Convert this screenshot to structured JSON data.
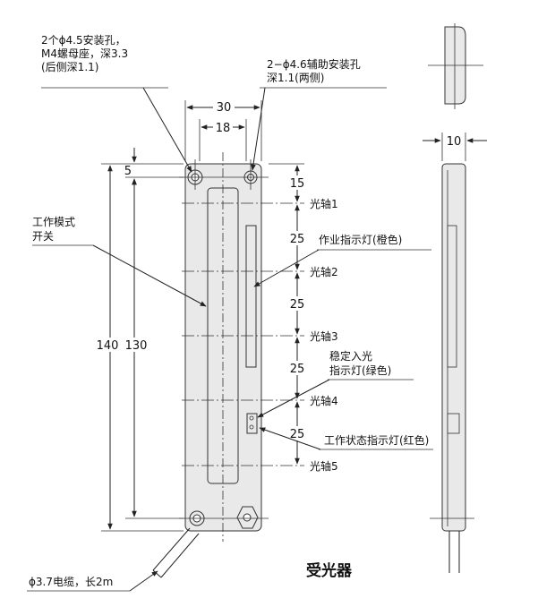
{
  "callouts": {
    "mount_hole_line1": "2个ϕ4.5安装孔，",
    "mount_hole_line2": "M4螺母座，深3.3",
    "mount_hole_line3": "(后侧深1.1)",
    "aux_hole_line1": "2−ϕ4.6辅助安装孔",
    "aux_hole_line2": "深1.1(两侧)",
    "work_mode_line1": "工作模式",
    "work_mode_line2": "开关",
    "operation_indicator": "作业指示灯(橙色)",
    "stable_light_line1": "稳定入光",
    "stable_light_line2": "指示灯(绿色)",
    "status_indicator": "工作状态指示灯(红色)",
    "cable": "ϕ3.7电缆，长2m"
  },
  "axes": [
    "光轴1",
    "光轴2",
    "光轴3",
    "光轴4",
    "光轴5"
  ],
  "dimensions": {
    "width_outer": "30",
    "width_inner": "18",
    "side_width": "10",
    "top_offset": "5",
    "first_axis": "15",
    "pitch_1": "25",
    "pitch_2": "25",
    "pitch_3": "25",
    "pitch_4": "25",
    "height_total": "140",
    "height_holes": "130"
  },
  "caption": "受光器"
}
